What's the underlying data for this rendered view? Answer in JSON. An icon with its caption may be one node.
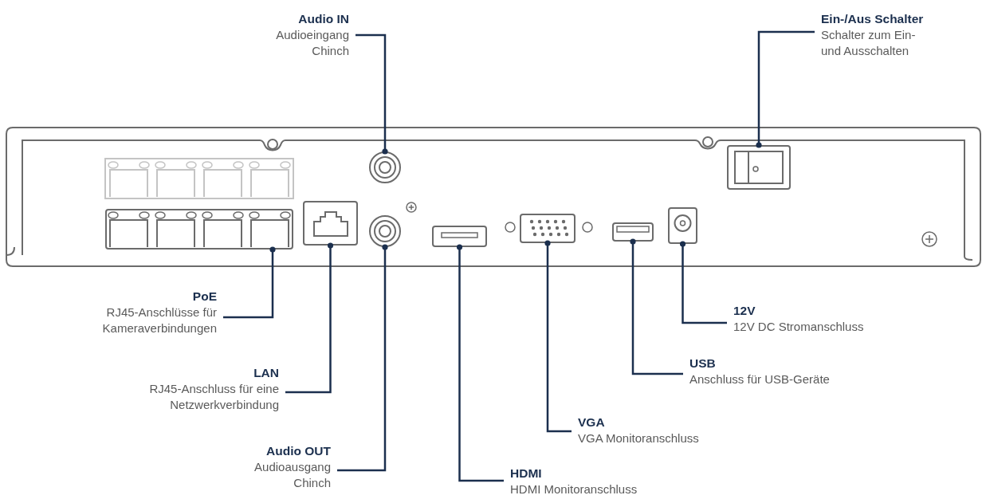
{
  "diagram": {
    "nodes": [
      {
        "text": [
          "Audio IN",
          "Audioeingang Chinch"
        ]
      },
      {
        "text": [
          "Ein-/Aus Schalter",
          "Schalter zum Ein- und Ausschalten"
        ]
      },
      {
        "text": [
          "PoE",
          "RJ45-Anschlüsse für Kameraverbindungen"
        ]
      },
      {
        "text": [
          "12V",
          "12V DC Stromanschluss"
        ]
      },
      {
        "text": [
          "USB",
          "Anschluss für USB-Geräte"
        ]
      },
      {
        "text": [
          "LAN",
          "RJ45-Anschluss für eine Netzwerkverbindung"
        ]
      },
      {
        "text": [
          "VGA",
          "VGA Monitoranschluss"
        ]
      },
      {
        "text": [
          "Audio OUT",
          "Audioausgang Chinch"
        ]
      },
      {
        "text": [
          "HDMI",
          "HDMI Monitoranschluss"
        ]
      },
      {
        "text": [],
        "shape": "box"
      },
      {
        "text": [],
        "shape": "box"
      },
      {
        "text": [],
        "shape": "circle"
      },
      {
        "text": [],
        "shape": "circle"
      },
      {
        "text": [],
        "shape": "box"
      },
      {
        "text": [],
        "shape": "box"
      },
      {
        "text": [],
        "shape": "box"
      },
      {
        "text": [],
        "shape": "box"
      },
      {
        "text": [],
        "shape": "box"
      }
    ],
    "edges": [
      {
        "from": 0,
        "to": 11,
        "arrow": "other"
      },
      {
        "from": 1,
        "to": 17,
        "arrow": "other"
      },
      {
        "from": 2,
        "to": 9,
        "arrow": "other"
      },
      {
        "from": 3,
        "to": 16,
        "arrow": "other"
      },
      {
        "from": 4,
        "to": 15,
        "arrow": "other"
      },
      {
        "from": 5,
        "to": 10,
        "arrow": "other"
      },
      {
        "from": 6,
        "to": 14,
        "arrow": "other"
      },
      {
        "from": 7,
        "to": 12,
        "arrow": "other"
      },
      {
        "from": 8,
        "to": 13,
        "arrow": "other"
      }
    ]
  }
}
